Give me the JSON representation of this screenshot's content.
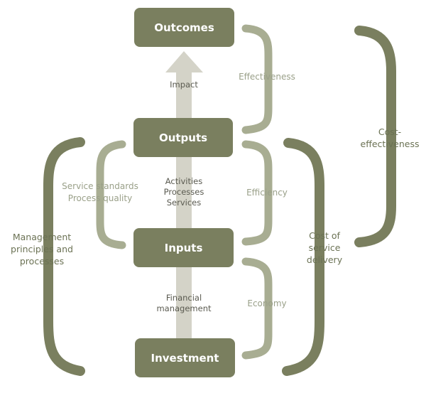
{
  "boxes": {
    "outcomes": "Outcomes",
    "outputs": "Outputs",
    "inputs": "Inputs",
    "investment": "Investment"
  },
  "arrow_labels": {
    "impact": "Impact",
    "activities": [
      "Activities",
      "Processes",
      "Services"
    ],
    "financial": [
      "Financial",
      "management"
    ]
  },
  "right_labels": {
    "effectiveness": "Effectiveness",
    "efficiency": "Efficiency",
    "economy": "Economy",
    "cost_of_service": [
      "Cost of",
      "service",
      "delivery"
    ],
    "cost_effectiveness": [
      "Cost-",
      "effectiveness"
    ]
  },
  "left_labels": {
    "service_standards": [
      "Service standards",
      "Process quality"
    ],
    "management": [
      "Management",
      "principles and",
      "processes"
    ]
  },
  "colors": {
    "box": "#7a7f5f",
    "arrow": "#d4d3c8",
    "bracket_light": "#a8ad92",
    "bracket_dark": "#7a7f5f"
  }
}
